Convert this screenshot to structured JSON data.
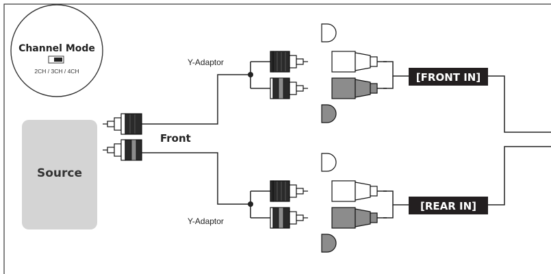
{
  "channel_mode": {
    "title": "Channel Mode",
    "options": "2CH / 3CH / 4CH"
  },
  "source": {
    "label": "Source"
  },
  "cable_label": "Front",
  "adapters": [
    {
      "label": "Y-Adaptor"
    },
    {
      "label": "Y-Adaptor"
    }
  ],
  "inputs": [
    {
      "label": "[FRONT IN]"
    },
    {
      "label": "[REAR IN]"
    }
  ],
  "colors": {
    "border": "#333333",
    "source_box": "#d4d4d4",
    "plug_black": "#2a2a2a",
    "plug_gray": "#8c8c8c",
    "plug_white": "#ffffff",
    "label_bg": "#231f20",
    "label_text": "#ffffff",
    "line": "#222222"
  }
}
